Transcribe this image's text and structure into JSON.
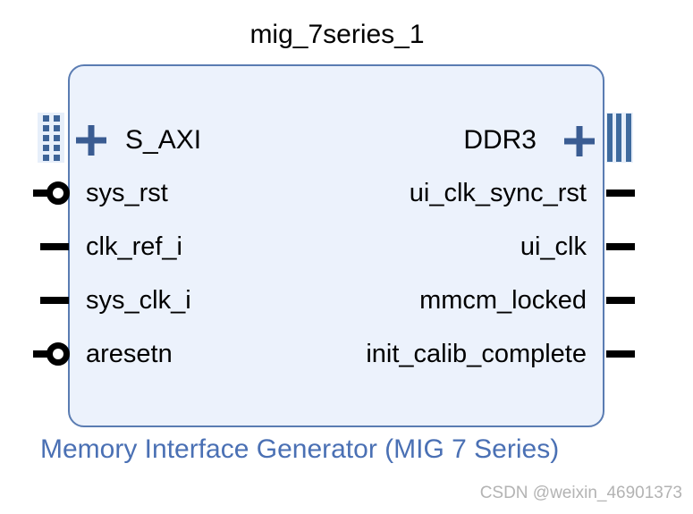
{
  "title": "mig_7series_1",
  "caption": "Memory Interface Generator (MIG 7 Series)",
  "watermark": "CSDN @weixin_46901373",
  "block": {
    "left_interface": {
      "label": "S_AXI",
      "expandable": true,
      "pin_icon": "interface-pin-dashed"
    },
    "right_interface": {
      "label": "DDR3",
      "expandable": true,
      "pin_icon": "interface-pin-solid"
    },
    "left_ports": [
      {
        "label": "sys_rst",
        "direction": "input",
        "active_low_bubble": true
      },
      {
        "label": "clk_ref_i",
        "direction": "input",
        "active_low_bubble": false
      },
      {
        "label": "sys_clk_i",
        "direction": "input",
        "active_low_bubble": false
      },
      {
        "label": "aresetn",
        "direction": "input",
        "active_low_bubble": true
      }
    ],
    "right_ports": [
      {
        "label": "ui_clk_sync_rst",
        "direction": "output"
      },
      {
        "label": "ui_clk",
        "direction": "output"
      },
      {
        "label": "mmcm_locked",
        "direction": "output"
      },
      {
        "label": "init_calib_complete",
        "direction": "output"
      }
    ]
  },
  "colors": {
    "block_fill": "#ecf2fc",
    "block_border": "#5a7cb2",
    "icon_blue": "#3a5c92",
    "interface_bar_blue": "#3f6b9e",
    "caption_blue": "#4a70b4",
    "pin_black": "#000000",
    "watermark_gray": "#b3b3b3"
  }
}
